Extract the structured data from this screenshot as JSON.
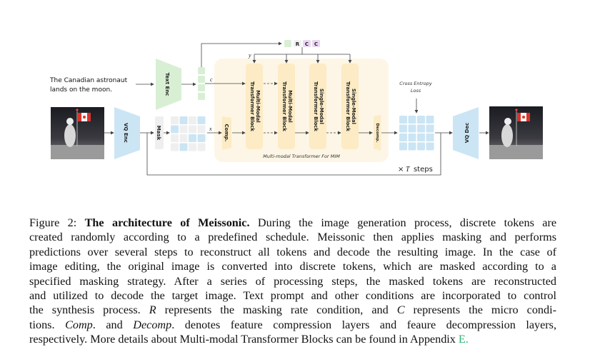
{
  "figure": {
    "prompt_line1": "The Canadian astronaut",
    "prompt_line2": "lands on the moon.",
    "text_enc": "Text Enc",
    "vq_enc": "VQ Enc",
    "vq_dec": "VQ Dec",
    "mask": "Mask",
    "comp": "Comp.",
    "decomp": "Decomp.",
    "label_c": "c",
    "label_x": "x",
    "label_y": "y",
    "cond_tokens": [
      "R",
      "C",
      "C"
    ],
    "blocks": [
      {
        "line1": "Multi-Modal",
        "line2": "Transformer Block"
      },
      {
        "line1": "Multi-Modal",
        "line2": "Transformer Block"
      },
      {
        "line1": "Single-Modal",
        "line2": "Transformer Block"
      },
      {
        "line1": "Single-Modal",
        "line2": "Transformer Block"
      }
    ],
    "mim_label": "Multi-modal Transformer For MIM",
    "loss_line1": "Cross Entropy",
    "loss_line2": "Loss",
    "steps_prefix": "×",
    "steps_var": "T",
    "steps_suffix": "steps",
    "colors": {
      "text_green": "#d8efd3",
      "vq_blue": "#cbe5f4",
      "block_yellow": "#fcebc4",
      "mim_bg": "#fdf6e6",
      "mask_gray": "#efefef",
      "cond_purple": "#ead7f3",
      "arrow": "#555555"
    }
  },
  "caption": {
    "figure_label": "Figure 2:",
    "title": "The architecture of Meissonic.",
    "l1": "During the image generation process, discrete tokens are",
    "l2": "created randomly according to a predefined schedule. Meissonic then applies masking and performs",
    "l3": "predictions over several steps to reconstruct all tokens and decode the resulting image. In the case of",
    "l4": "image editing, the original image is converted into discrete tokens, which are masked according to a",
    "l5": "specified masking strategy. After a series of processing steps, the masked tokens are reconstructed",
    "l6": "and utilized to decode the target image. Text prompt and other conditions are incorporated to control",
    "l7a": "the synthesis process.",
    "l7R": "R",
    "l7b": "represents the masking rate condition, and",
    "l7C": "C",
    "l7c": "represents the micro condi-",
    "l8a": "tions.",
    "l8comp": "Comp",
    "l8b": ". and",
    "l8decomp": "Decomp",
    "l8c": ". denotes feature compression layers and feaure decompression layers,",
    "l9": "respectively. More details about Multi-modal Transformer Blocks can be found in Appendix",
    "l9link": "E."
  }
}
